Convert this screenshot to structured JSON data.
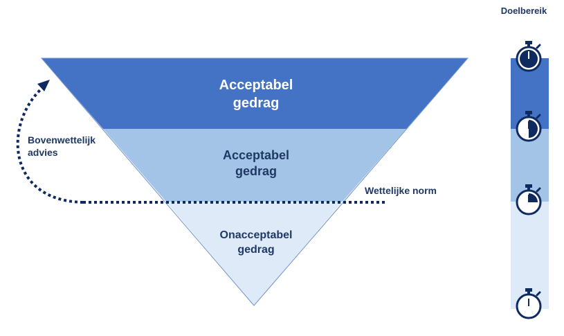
{
  "layers": [
    {
      "id": "top",
      "lines": [
        "Acceptabel",
        "gedrag"
      ],
      "color": "#4472c4"
    },
    {
      "id": "middle",
      "lines": [
        "Acceptabel",
        "gedrag"
      ],
      "color": "#a3c3e7"
    },
    {
      "id": "bottom",
      "lines": [
        "Onacceptabel",
        "gedrag"
      ],
      "color": "#deeaf7"
    }
  ],
  "side_label": {
    "lines": [
      "Bovenwettelijk",
      "advies"
    ]
  },
  "norm_label": "Wettelijke norm",
  "doelbereik": {
    "title": "Doelbereik",
    "stopwatches": [
      {
        "name": "stopwatch-full",
        "fill": 1.0
      },
      {
        "name": "stopwatch-half",
        "fill": 0.5
      },
      {
        "name": "stopwatch-quarter",
        "fill": 0.25
      },
      {
        "name": "stopwatch-empty",
        "fill": 0.0
      }
    ]
  },
  "colors": {
    "dark_navy": "#1f3864",
    "stroke_navy": "#0f2a5e",
    "top_band": "#4472c4",
    "middle_band": "#a3c3e7",
    "bottom_band": "#deeaf7"
  }
}
